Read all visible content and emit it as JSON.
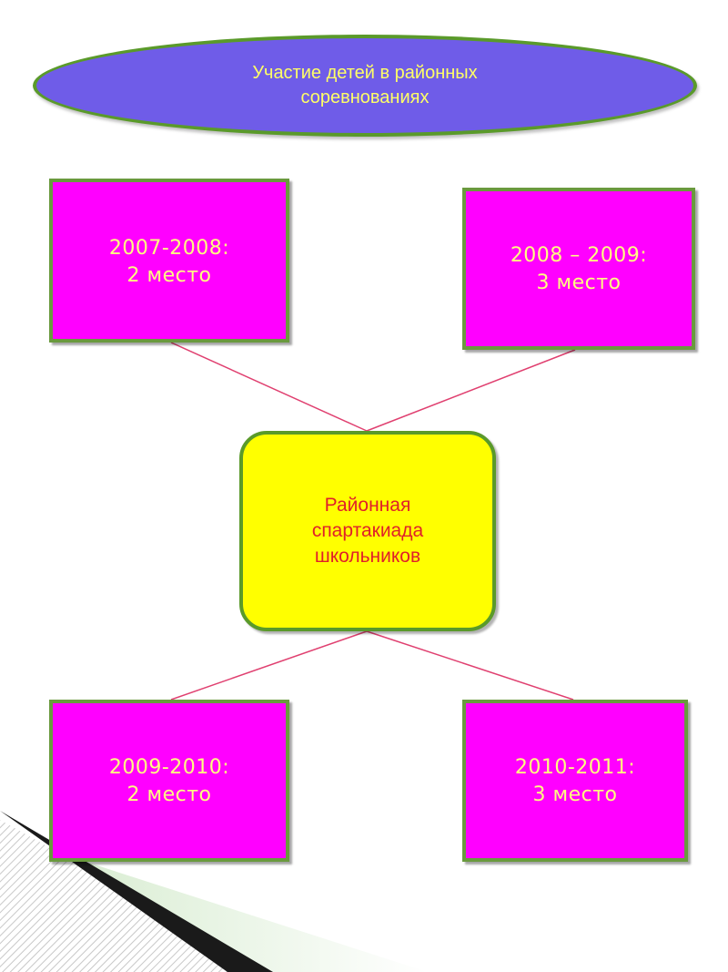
{
  "title": "Участие детей в районных соревнованиях",
  "center": "Районная спартакиада школьников",
  "boxes": {
    "top_left": "2007-2008:\n2 место",
    "top_right": "2008 – 2009:\n3 место",
    "bottom_left": "2009-2010:\n2 место",
    "bottom_right": "2010-2011:\n3 место"
  },
  "colors": {
    "title_fill": "#6f5ce8",
    "title_text": "#ffff66",
    "box_fill": "#ff00ff",
    "box_text": "#ffff80",
    "center_fill": "#ffff00",
    "center_text": "#e0202a",
    "border": "#5a9a2a",
    "connector": "#e04070"
  }
}
